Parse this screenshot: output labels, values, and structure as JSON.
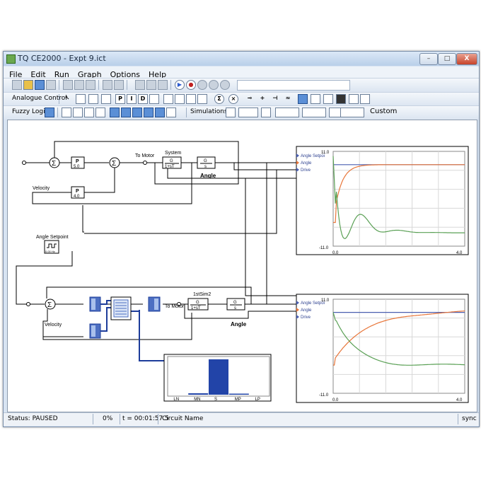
{
  "window": {
    "title": "TQ CE2000 - Expt 9.ict",
    "min": "–",
    "max": "□",
    "close": "X"
  },
  "menu": [
    "File",
    "Edit",
    "Run",
    "Graph",
    "Options",
    "Help"
  ],
  "toolbar2": {
    "label": "Analogue Control",
    "icons": [
      "P",
      "I",
      "D",
      "Σ",
      "×"
    ]
  },
  "toolbar3": {
    "label": "Fuzzy Logic",
    "simulations": "Simulations",
    "custom": "Custom"
  },
  "diagram": {
    "to_motor_1": "To Motor",
    "system": "System",
    "angle_1": "Angle",
    "velocity_1": "Velocity",
    "p_top": "P",
    "p_top_val": "5.0",
    "p_bottom": "P",
    "p_bottom_val": "4.0",
    "tf_num": "G",
    "tf_den": "1+sT",
    "int_num": "G",
    "int_den": "s",
    "angle_setpoint": "Angle Setpoint",
    "sig_val": "0.00 Hz",
    "to_motor_2": "To Motor",
    "sim2": "1stSim2",
    "angle_2": "Angle",
    "velocity_2": "Velocity"
  },
  "graph1": {
    "legend": [
      "Angle Setpoi",
      "Angle",
      "Drive"
    ],
    "ymax": "11.0",
    "ymin": "-11.0",
    "xmin": "0.0",
    "xmax": "4.0"
  },
  "graph2": {
    "legend": [
      "Angle Setpoi",
      "Angle",
      "Drive"
    ],
    "ymax": "11.0",
    "ymin": "-11.0",
    "xmin": "0.0",
    "xmax": "4.0"
  },
  "fuzzy": {
    "labels": [
      "LN",
      "MN",
      "S",
      "MP",
      "LP"
    ],
    "values": [
      0.0,
      0.04,
      1.0,
      0.03,
      0.0
    ]
  },
  "colors": {
    "setpoint": "#4a5fb0",
    "angle": "#e8763a",
    "drive": "#5aa055",
    "wire": "#000000",
    "fuzzy_bar": "#2244a8"
  },
  "status": {
    "state": "Status: PAUSED",
    "percent": "0%",
    "time": "t = 00:01:57.5",
    "circuit": "Circuit Name",
    "sync": "sync"
  }
}
